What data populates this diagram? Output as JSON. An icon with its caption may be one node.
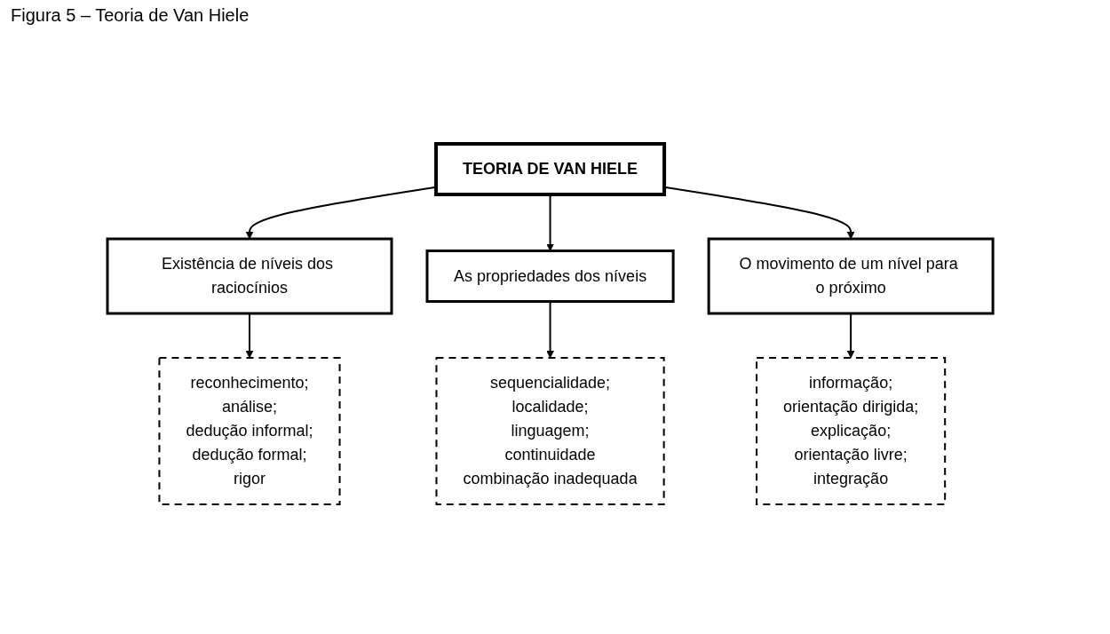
{
  "diagram": {
    "title": "Figura 5 – Teoria de Van Hiele",
    "nodes": [
      {
        "text": [
          "TEORIA DE VAN HIELE"
        ]
      },
      {
        "text": [
          "Existência de níveis dos raciocínios"
        ]
      },
      {
        "text": [
          "As propriedades dos níveis"
        ]
      },
      {
        "text": [
          "O movimento de um nível para o próximo"
        ]
      },
      {
        "text": [
          "reconhecimento;",
          "análise;",
          "dedução informal;",
          "dedução formal;",
          "rigor"
        ]
      },
      {
        "text": [
          "sequencialidade;",
          "localidade;",
          "linguagem;",
          "continuidade",
          "combinação inadequada"
        ]
      },
      {
        "text": [
          "informação;",
          "orientação dirigida;",
          "explicação;",
          "orientação livre;",
          "integração"
        ]
      }
    ],
    "edges": [
      {
        "from": 0,
        "to": 1,
        "arrow": "to"
      },
      {
        "from": 0,
        "to": 2,
        "arrow": "to"
      },
      {
        "from": 0,
        "to": 3,
        "arrow": "to"
      },
      {
        "from": 1,
        "to": 4,
        "arrow": "to"
      },
      {
        "from": 2,
        "to": 5,
        "arrow": "to"
      },
      {
        "from": 3,
        "to": 6,
        "arrow": "to"
      }
    ]
  }
}
